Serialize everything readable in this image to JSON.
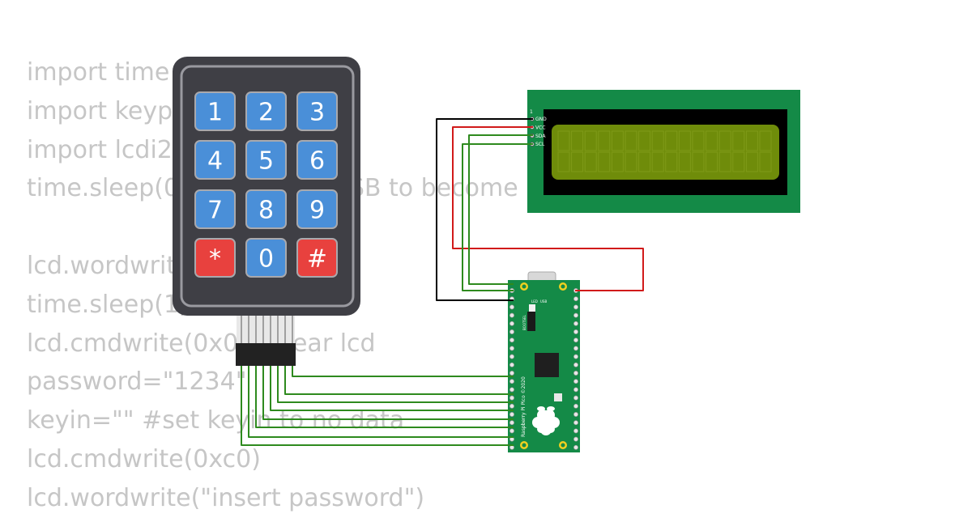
{
  "code_lines": [
    "import time",
    "import keyp",
    "import lcdi2",
    "time.sleep(0                      SB to become",
    "",
    "lcd.wordwrit",
    "time.sleep(1)",
    "lcd.cmdwrite(0x0       ear lcd",
    "password=\"1234\"",
    "keyin=\"\" #set keyin to no data",
    "lcd.cmdwrite(0xc0)",
    "lcd.wordwrite(\"insert password\")"
  ],
  "keypad": {
    "keys": [
      {
        "label": "1",
        "color": "#4a8fd8"
      },
      {
        "label": "2",
        "color": "#4a8fd8"
      },
      {
        "label": "3",
        "color": "#4a8fd8"
      },
      {
        "label": "4",
        "color": "#4a8fd8"
      },
      {
        "label": "5",
        "color": "#4a8fd8"
      },
      {
        "label": "6",
        "color": "#4a8fd8"
      },
      {
        "label": "7",
        "color": "#4a8fd8"
      },
      {
        "label": "8",
        "color": "#4a8fd8"
      },
      {
        "label": "9",
        "color": "#4a8fd8"
      },
      {
        "label": "*",
        "color": "#e8413e"
      },
      {
        "label": "0",
        "color": "#4a8fd8"
      },
      {
        "label": "#",
        "color": "#e8413e"
      }
    ]
  },
  "lcd": {
    "pin_number": "1",
    "pins": [
      "GND",
      "VCC",
      "SDA",
      "SCL"
    ]
  },
  "pico": {
    "text_usb": "USB",
    "text_led": "LED",
    "text_bootsel": "BOOTSEL",
    "text_brand": "Raspberry Pi Pico ©2020"
  },
  "colors": {
    "wire_black": "#000000",
    "wire_red": "#d11a1a",
    "wire_green": "#2e8a1e",
    "board_green": "#148a47",
    "lcd_screen": "#6f8c0a",
    "keypad_body": "#3f3f45"
  }
}
